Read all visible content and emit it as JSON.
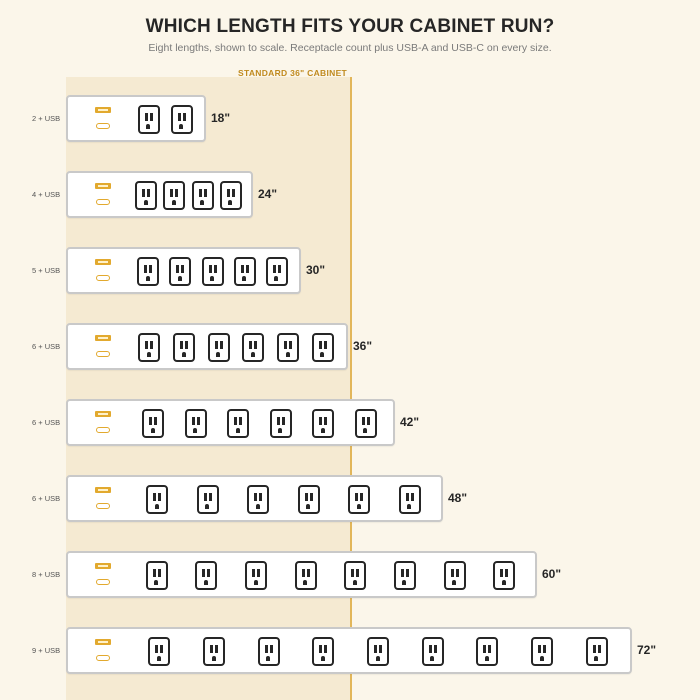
{
  "header": {
    "title": "WHICH LENGTH FITS YOUR CABINET RUN?",
    "subtitle": "Eight lengths, shown to scale. Receptacle count plus USB-A and USB-C on every size."
  },
  "cabinet": {
    "label": "STANDARD 36\" CABINET"
  },
  "colors": {
    "background": "#fbf6ea",
    "cabinet_zone": "#f5ead2",
    "cabinet_line": "#e2b65a",
    "usb_accent": "#e2a92e",
    "outlet_ink": "#262626"
  },
  "strips": [
    {
      "config": "2 + USB",
      "length": "18\"",
      "inches": 18,
      "outlets": 2
    },
    {
      "config": "4 + USB",
      "length": "24\"",
      "inches": 24,
      "outlets": 4
    },
    {
      "config": "5 + USB",
      "length": "30\"",
      "inches": 30,
      "outlets": 5
    },
    {
      "config": "6 + USB",
      "length": "36\"",
      "inches": 36,
      "outlets": 6
    },
    {
      "config": "6 + USB",
      "length": "42\"",
      "inches": 42,
      "outlets": 6
    },
    {
      "config": "6 + USB",
      "length": "48\"",
      "inches": 48,
      "outlets": 6
    },
    {
      "config": "8 + USB",
      "length": "60\"",
      "inches": 60,
      "outlets": 8
    },
    {
      "config": "9 + USB",
      "length": "72\"",
      "inches": 72,
      "outlets": 9
    }
  ],
  "icons": {
    "usb_a": "usb-a-port-icon",
    "usb_c": "usb-c-port-icon",
    "outlet": "outlet-icon"
  }
}
